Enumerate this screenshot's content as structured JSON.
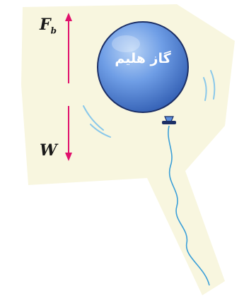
{
  "balloon": {
    "label": "گاز هلیم"
  },
  "forces": {
    "buoyant": {
      "symbol": "F",
      "subscript": "b"
    },
    "weight": {
      "symbol": "W"
    }
  },
  "colors": {
    "background_shape": "#f8f6df",
    "balloon_light": "#8fb8ee",
    "balloon_dark": "#2f5bb0",
    "balloon_outline": "#1c2f66",
    "arrow": "#e0106c",
    "string": "#3a9fd8",
    "motion_lines": "#8ac8ea"
  }
}
